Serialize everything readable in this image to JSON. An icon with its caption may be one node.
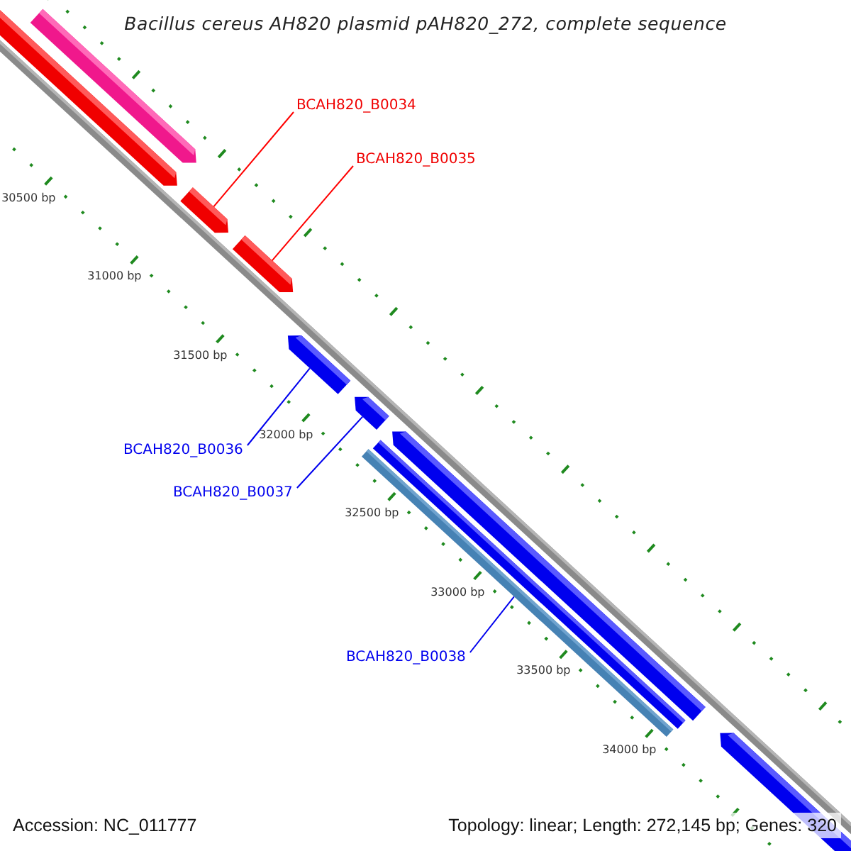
{
  "diagram": {
    "title": "Bacillus cereus AH820 plasmid pAH820_272, complete sequence",
    "nodes": [
      {
        "text": [
          "BCAH820_B0034"
        ]
      },
      {
        "text": [
          "BCAH820_B0035"
        ]
      },
      {
        "text": [
          "BCAH820_B0036"
        ]
      },
      {
        "text": [
          "BCAH820_B0037"
        ]
      },
      {
        "text": [
          "BCAH820_B0038"
        ]
      },
      {
        "text": [],
        "shape": "bar"
      },
      {
        "text": [],
        "shape": "bar"
      },
      {
        "text": [],
        "shape": "bar"
      },
      {
        "text": [],
        "shape": "bar"
      },
      {
        "text": [],
        "shape": "bar"
      },
      {
        "text": [],
        "shape": "bar"
      },
      {
        "text": [],
        "shape": "bar"
      },
      {
        "text": [],
        "shape": "bar"
      },
      {
        "text": [],
        "shape": "bar"
      },
      {
        "text": [],
        "shape": "bar"
      }
    ],
    "edges": [
      {
        "from": 0,
        "to": 7,
        "arrow": "none",
        "color": "#ff0000"
      },
      {
        "from": 1,
        "to": 8,
        "arrow": "none",
        "color": "#ff0000"
      },
      {
        "from": 2,
        "to": 9,
        "arrow": "none"
      },
      {
        "from": 3,
        "to": 10,
        "arrow": "none"
      },
      {
        "from": 4,
        "to": 13,
        "arrow": "none"
      }
    ],
    "labels": [
      "30500 bp",
      "31000 bp",
      "31500 bp",
      "32000 bp",
      "32500 bp",
      "33000 bp",
      "33500 bp",
      "34000 bp",
      "Accession: NC_011777",
      "Topology: linear; Length: 272,145 bp; Genes: 320"
    ]
  }
}
